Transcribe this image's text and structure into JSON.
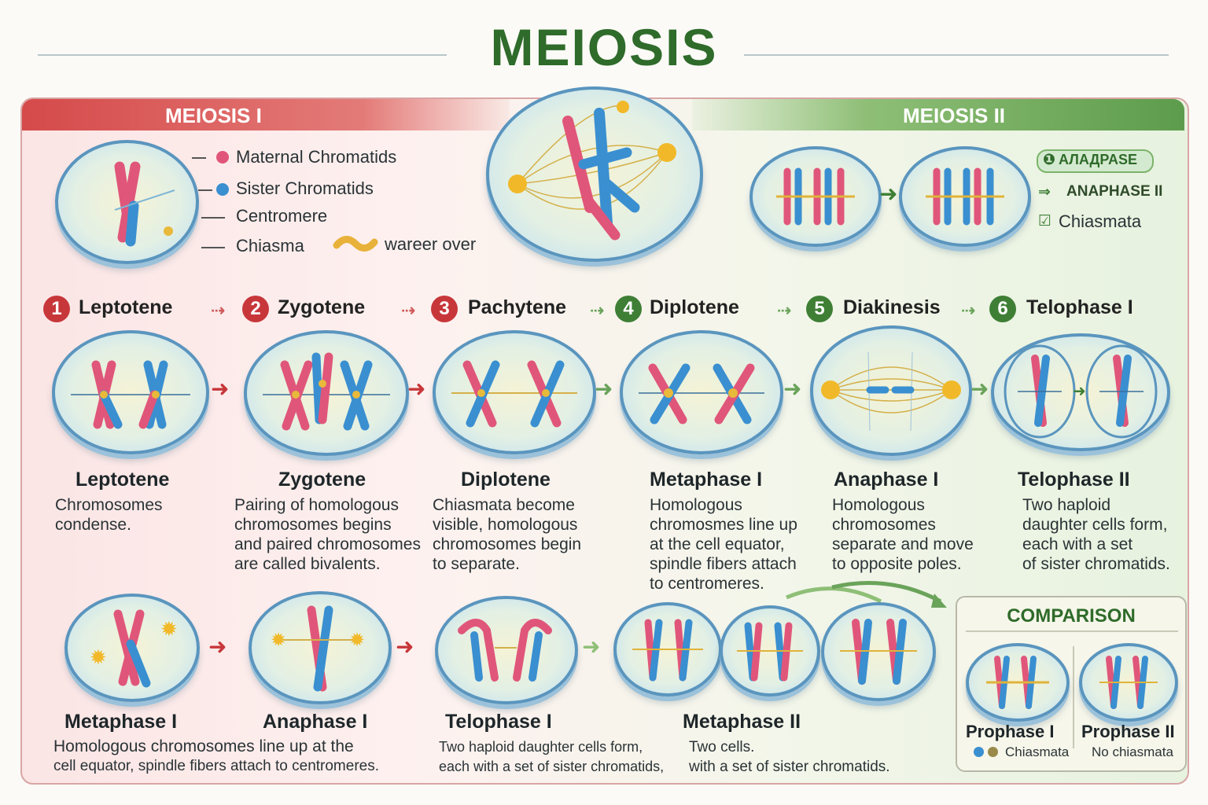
{
  "title": "MEIOSIS",
  "sections": {
    "meiosis1": "MEIOSIS I",
    "meiosis2": "MEIOSIS II"
  },
  "legend": [
    {
      "label": "Maternal Chromatids",
      "color": "#e0567a"
    },
    {
      "label": "Sister Chromatids",
      "color": "#3a8fd0"
    },
    {
      "label": "Centromere",
      "color": ""
    },
    {
      "label": "Chiasma",
      "color": ""
    }
  ],
  "legend_extra": "wareer over",
  "meiosis2_badges": [
    "АЛАДPASE",
    "ANAPHASE II",
    "Chiasmata"
  ],
  "stages": [
    {
      "num": "1",
      "label": "Leptotene"
    },
    {
      "num": "2",
      "label": "Zygotene"
    },
    {
      "num": "3",
      "label": "Pachytene"
    },
    {
      "num": "4",
      "label": "Diplotene"
    },
    {
      "num": "5",
      "label": "Diakinesis"
    },
    {
      "num": "6",
      "label": "Telophase I"
    }
  ],
  "captions_row1": [
    {
      "title": "Leptotene",
      "lines": [
        "Chromosomes",
        "condense."
      ]
    },
    {
      "title": "Zygotene",
      "lines": [
        "Pairing of homologous",
        "chromosomes begins",
        "and paired chromosomes",
        "are called bivalents."
      ]
    },
    {
      "title": "Diplotene",
      "lines": [
        "Chiasmata become",
        "visible, homologous",
        "chromosomes begin",
        "to separate."
      ]
    },
    {
      "title": "Metaphase I",
      "lines": [
        "Homologous",
        "chromosmes line up",
        "at the cell equator,",
        "spindle fibers attach",
        "to centromeres."
      ]
    },
    {
      "title": "Anaphase I",
      "lines": [
        "Homologous",
        "chromosomes",
        "separate and move",
        "to opposite poles."
      ]
    },
    {
      "title": "Telophase II",
      "lines": [
        "Two haploid",
        "daughter cells form,",
        "each with a set",
        "of sister chromatids."
      ]
    }
  ],
  "captions_row2": [
    {
      "title": "Metaphase I",
      "lines": [
        "Homologous chromosomes line up at the",
        "cell equator, spindle fibers attach to centromeres."
      ]
    },
    {
      "title": "Anaphase I",
      "lines": []
    },
    {
      "title": "Telophase I",
      "lines": [
        "Two haploid daughter cells form,",
        "each with a set of sister chromatids,"
      ]
    },
    {
      "title": "Metaphase II",
      "lines": [
        "Two cells.",
        "with a set of sister chromatids."
      ]
    }
  ],
  "comparison": {
    "title": "COMPARISON",
    "left_title": "Prophase I",
    "left_note": "Chiasmata",
    "right_title": "Prophase II",
    "right_note": "No chiasmata"
  },
  "colors": {
    "maternal": "#e0567a",
    "paternal": "#3a8fd0",
    "red_accent": "#c7373a",
    "green_accent": "#3e7f35",
    "title_green": "#2f6b2a"
  }
}
